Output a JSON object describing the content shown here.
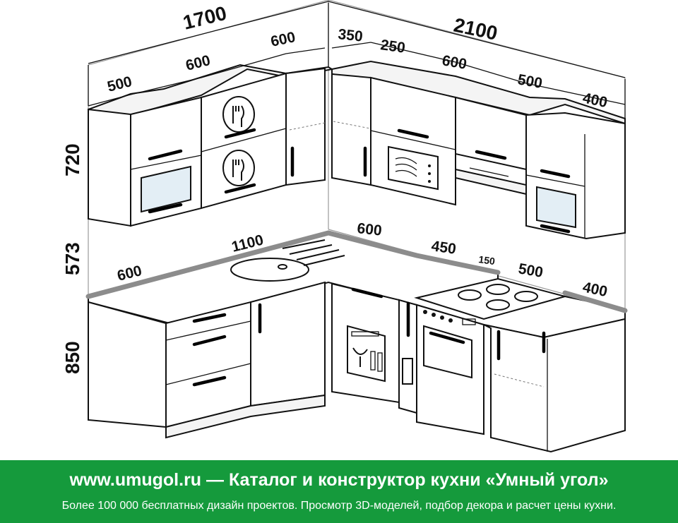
{
  "dimensions": {
    "upper_left_total": "1700",
    "upper_right_total": "2100",
    "upper_left_500": "500",
    "upper_left_600": "600",
    "upper_corner_600": "600",
    "upper_350": "350",
    "upper_250": "250",
    "upper_600": "600",
    "upper_500": "500",
    "upper_400": "400",
    "height_upper": "720",
    "height_gap": "573",
    "height_base": "850",
    "base_600_left": "600",
    "base_1100": "1100",
    "base_600_corner": "600",
    "base_450": "450",
    "base_150": "150",
    "base_500": "500",
    "base_400": "400"
  },
  "banner": {
    "site": "www.umugol.ru",
    "dash": "—",
    "title": "Каталог и конструктор кухни «Умный угол»",
    "subtitle": "Более 100 000 бесплатных дизайн проектов. Просмотр 3D-моделей, подбор декора и расчет цены кухни.",
    "background": "#159a3c"
  }
}
